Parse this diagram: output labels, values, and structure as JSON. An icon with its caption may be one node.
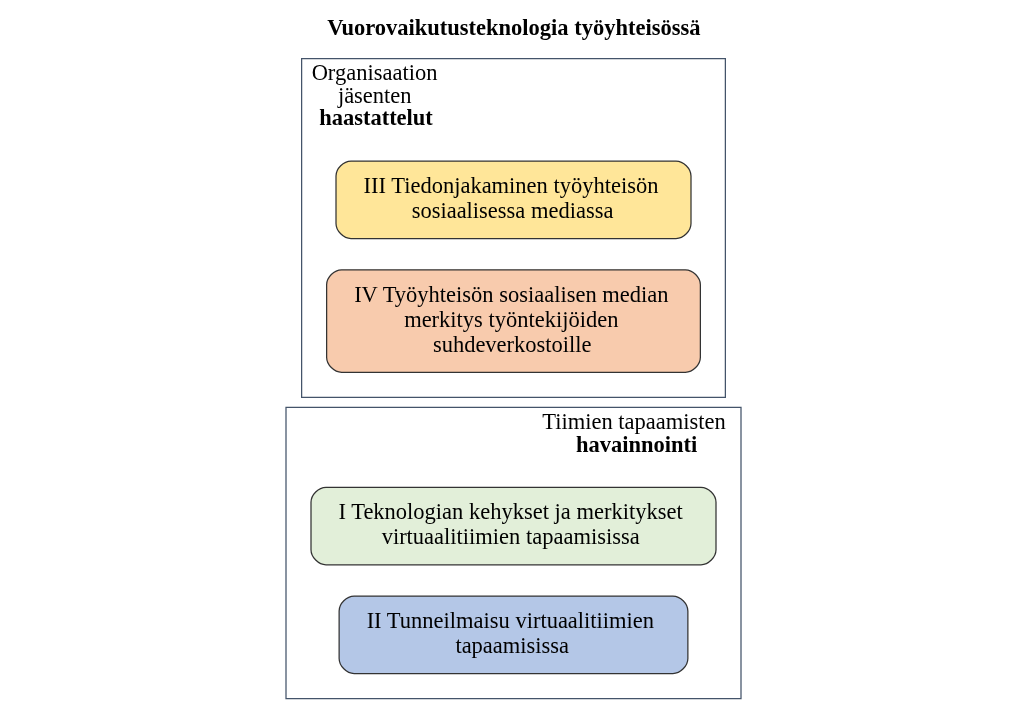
{
  "diagram": {
    "title": "Vuorovaikutusteknologia työyhteisössä",
    "nodes": [
      {
        "text": [
          "Tiimien tapaamisten **havainnointi**"
        ]
      },
      {
        "text": [
          "I Teknologian kehykset ja merkitykset virtuaalitiimien tapaamisissa"
        ],
        "in": 0
      },
      {
        "text": [
          "II Tunneilmaisu virtuaalitiimien tapaamisissa"
        ],
        "in": 0
      },
      {
        "text": [
          "Organisaation jäsenten **haastattelut**"
        ]
      },
      {
        "text": [
          "III Tiedonjakaminen työyhteisön sosiaalisessa mediassa"
        ],
        "in": 3
      },
      {
        "text": [
          "IV Työyhteisön sosiaalisen median merkitys työntekijöiden suhdeverkostoille"
        ],
        "in": 3
      }
    ],
    "edges": []
  }
}
